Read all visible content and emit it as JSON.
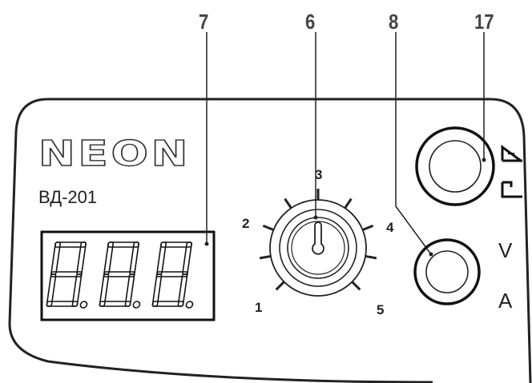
{
  "callouts": {
    "display": "7",
    "knob": "6",
    "va_button": "8",
    "mode_button": "17"
  },
  "brand": {
    "logo": "NEON",
    "model": "ВД-201"
  },
  "display": {
    "digits": [
      "8.",
      "8.",
      "8."
    ]
  },
  "dial": {
    "marks": [
      "1",
      "2",
      "3",
      "4",
      "5"
    ]
  },
  "buttons": {
    "va_top": "V",
    "va_bottom": "A"
  },
  "colors": {
    "ink": "#222222",
    "callout": "#444444",
    "background": "#ffffff"
  }
}
